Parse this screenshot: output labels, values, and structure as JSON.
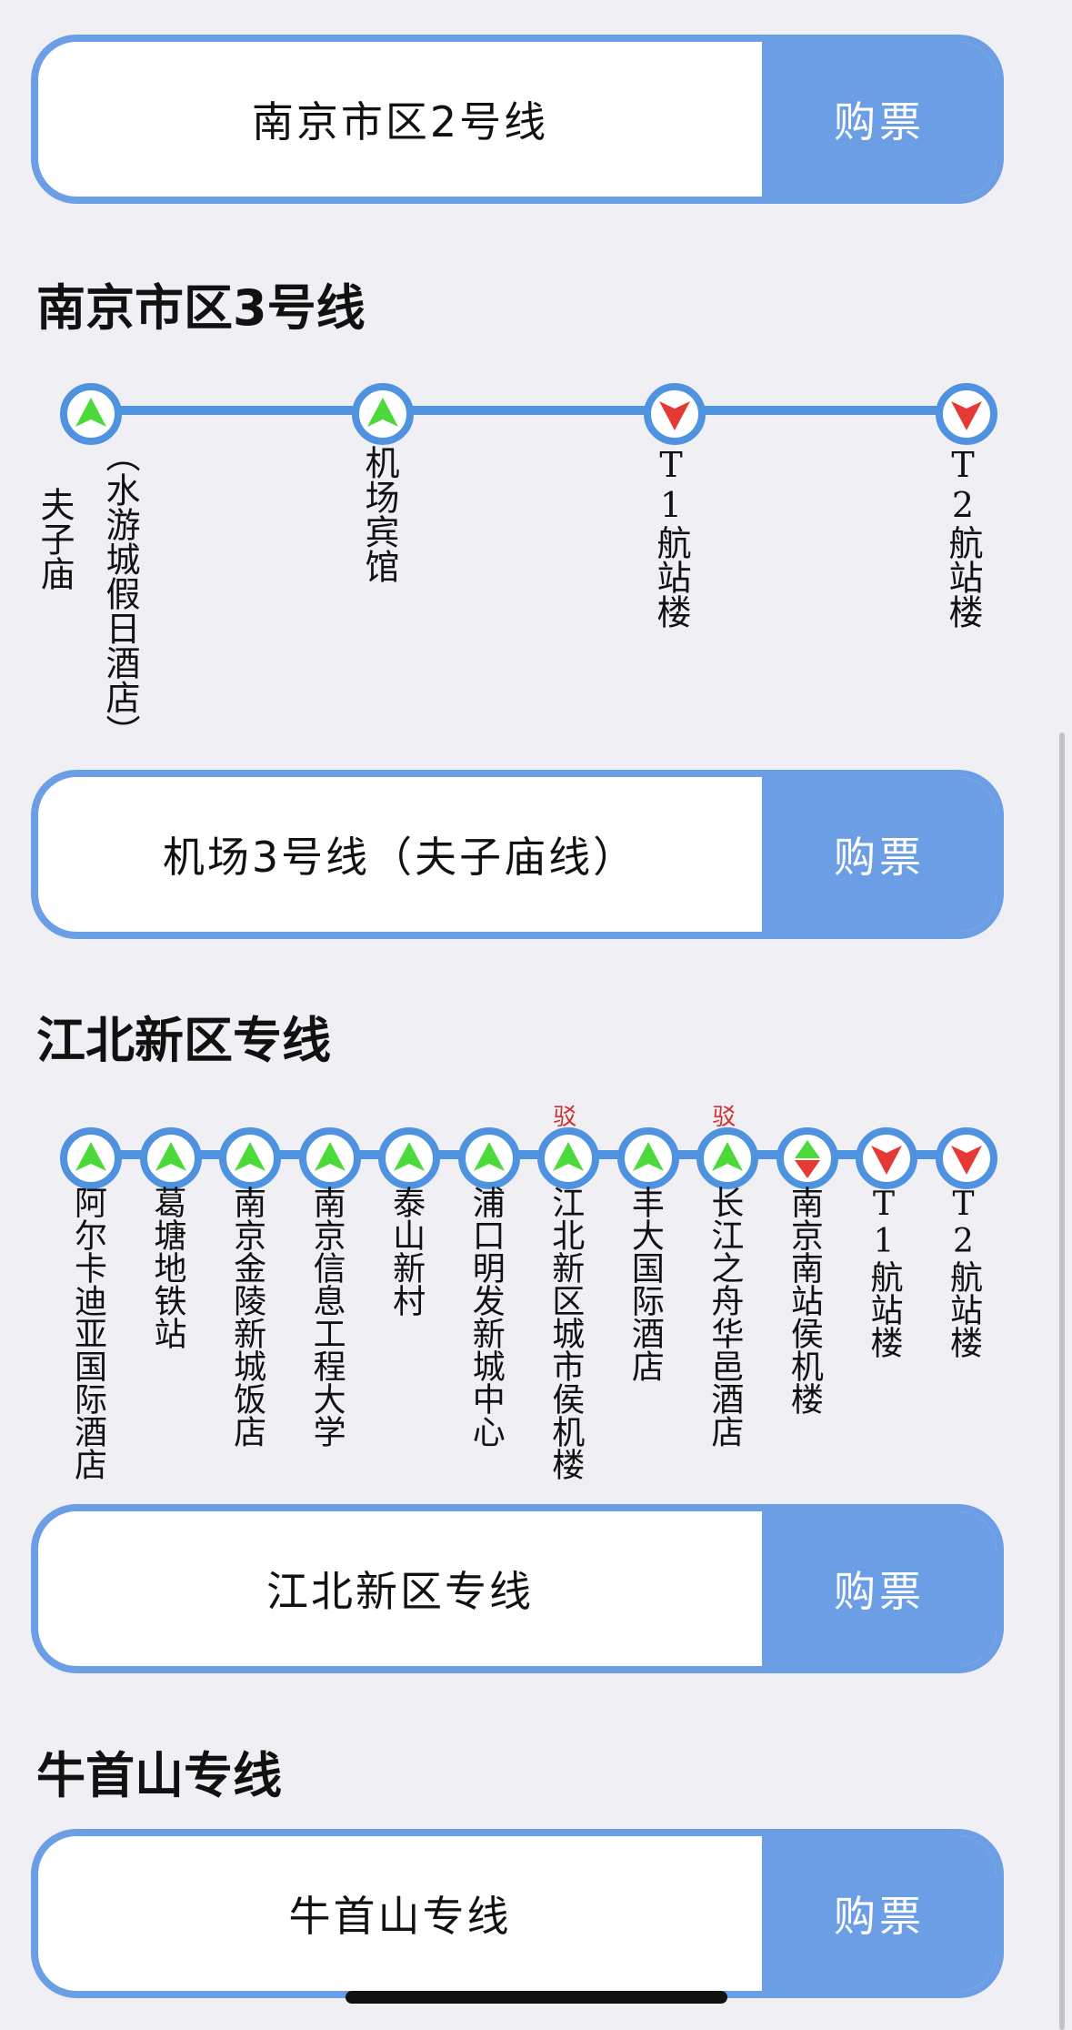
{
  "routes": [
    {
      "name": "南京市区2号线",
      "buy_label": "购票"
    },
    {
      "name": "机场3号线（夫子庙线）",
      "buy_label": "购票"
    },
    {
      "name": "江北新区专线",
      "buy_label": "购票"
    },
    {
      "name": "牛首山专线",
      "buy_label": "购票"
    }
  ],
  "sections": [
    {
      "title": "南京市区3号线",
      "stations": [
        {
          "name": "夫子庙",
          "sub": "（水游城假日酒店）",
          "direction": "up"
        },
        {
          "name": "机场宾馆",
          "direction": "up"
        },
        {
          "name": "T1航站楼",
          "direction": "down"
        },
        {
          "name": "T2航站楼",
          "direction": "down"
        }
      ]
    },
    {
      "title": "江北新区专线",
      "stations": [
        {
          "name": "阿尔卡迪亚国际酒店",
          "direction": "up"
        },
        {
          "name": "葛塘地铁站",
          "direction": "up"
        },
        {
          "name": "南京金陵新城饭店",
          "direction": "up"
        },
        {
          "name": "南京信息工程大学",
          "direction": "up"
        },
        {
          "name": "泰山新村",
          "direction": "up"
        },
        {
          "name": "浦口明发新城中心",
          "direction": "up"
        },
        {
          "name": "江北新区城市侯机楼",
          "direction": "up",
          "badge": "驳"
        },
        {
          "name": "丰大国际酒店",
          "direction": "up"
        },
        {
          "name": "长江之舟华邑酒店",
          "direction": "up",
          "badge": "驳"
        },
        {
          "name": "南京南站侯机楼",
          "direction": "both"
        },
        {
          "name": "T1航站楼",
          "direction": "down"
        },
        {
          "name": "T2航站楼",
          "direction": "down"
        }
      ]
    },
    {
      "title": "牛首山专线"
    }
  ],
  "colors": {
    "accent": "#6c9ee6",
    "track": "#4f93e0",
    "up_arrow": "#4cd93a",
    "down_arrow": "#e53935",
    "badge": "#d32f2f"
  },
  "icons": {
    "up": "up-arrow-icon",
    "down": "down-arrow-icon",
    "both": "up-down-arrow-icon"
  }
}
